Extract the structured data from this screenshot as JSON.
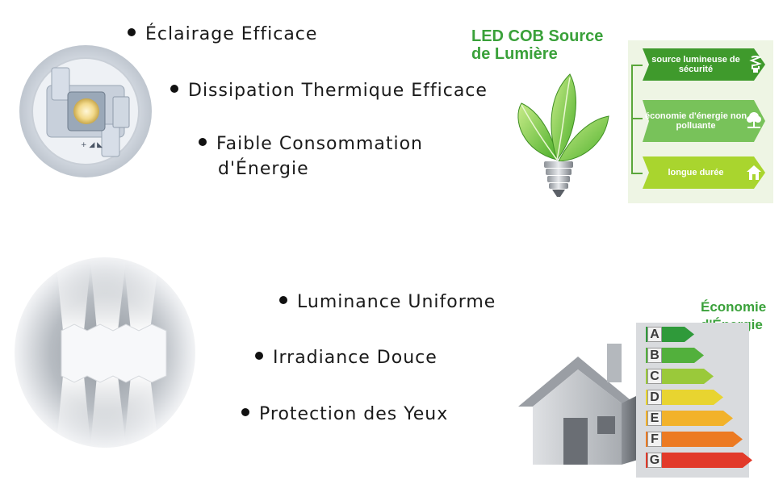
{
  "top_bullets": [
    "Éclairage Efficace",
    "Dissipation Thermique Efficace",
    "Faible Consommation",
    "d'Énergie"
  ],
  "led_title": [
    "LED COB Source",
    "de Lumière"
  ],
  "features": [
    {
      "label": "source lumineuse de sécurité",
      "icon": "bulb-icon"
    },
    {
      "label": "économie d'énergie non polluante",
      "icon": "tree-icon"
    },
    {
      "label": "longue durée",
      "icon": "house-icon"
    }
  ],
  "bottom_bullets": [
    "Luminance Uniforme",
    "Irradiance Douce",
    "Protection des Yeux"
  ],
  "energy_title": [
    "Économie",
    "d'Énergie",
    "A++"
  ],
  "energy_classes": [
    "A",
    "B",
    "C",
    "D",
    "E",
    "F",
    "G"
  ],
  "colors": {
    "green_title": "#3aa13a",
    "energy": [
      "#2f9a3a",
      "#52b03c",
      "#9ac93a",
      "#e8d430",
      "#f2b22a",
      "#ec7a22",
      "#e23a2a"
    ]
  }
}
